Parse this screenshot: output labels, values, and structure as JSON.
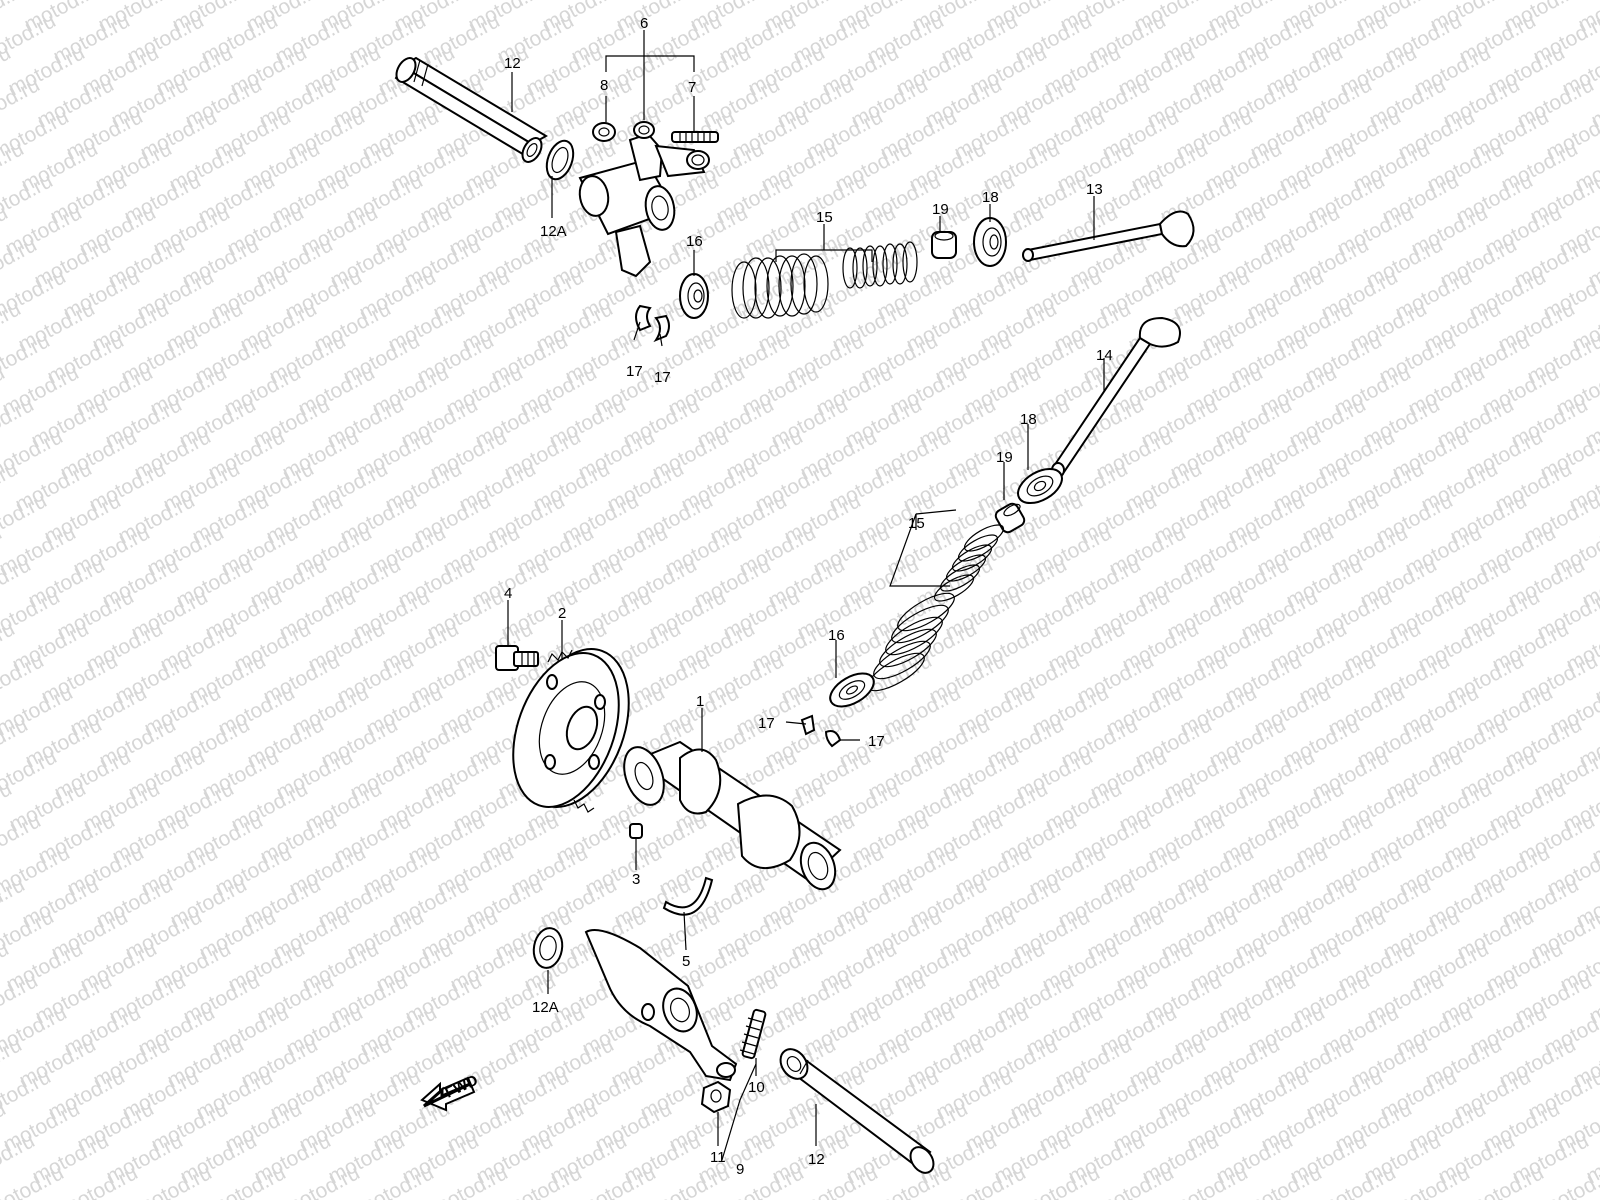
{
  "watermark": "motod.ru",
  "fwd": "FWD",
  "callouts": {
    "c1": "1",
    "c2": "2",
    "c3": "3",
    "c4": "4",
    "c5": "5",
    "c6": "6",
    "c7": "7",
    "c8": "8",
    "c9": "9",
    "c10": "10",
    "c11": "11",
    "c12_top": "12",
    "c12_bot": "12",
    "c12a_top": "12A",
    "c12a_bot": "12A",
    "c13": "13",
    "c14": "14",
    "c15_top": "15",
    "c15_bot": "15",
    "c16_top": "16",
    "c16_bot": "16",
    "c17_a": "17",
    "c17_b": "17",
    "c17_c": "17",
    "c17_d": "17",
    "c18_top": "18",
    "c18_bot": "18",
    "c19_top": "19",
    "c19_bot": "19"
  }
}
